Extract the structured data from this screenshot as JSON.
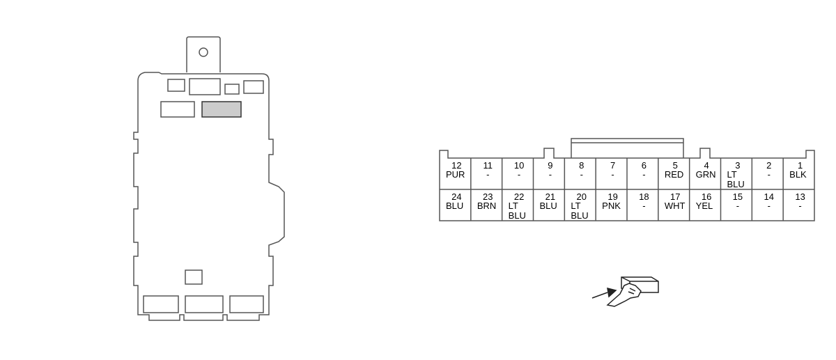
{
  "connector": {
    "top_row": [
      {
        "number": "12",
        "color": [
          "PUR"
        ]
      },
      {
        "number": "11",
        "color": [
          "-"
        ]
      },
      {
        "number": "10",
        "color": [
          "-"
        ]
      },
      {
        "number": "9",
        "color": [
          "-"
        ]
      },
      {
        "number": "8",
        "color": [
          "-"
        ]
      },
      {
        "number": "7",
        "color": [
          "-"
        ]
      },
      {
        "number": "6",
        "color": [
          "-"
        ]
      },
      {
        "number": "5",
        "color": [
          "RED"
        ]
      },
      {
        "number": "4",
        "color": [
          "GRN"
        ]
      },
      {
        "number": "3",
        "color": [
          "LT",
          "BLU"
        ]
      },
      {
        "number": "2",
        "color": [
          "-"
        ]
      },
      {
        "number": "1",
        "color": [
          "BLK"
        ]
      }
    ],
    "bottom_row": [
      {
        "number": "24",
        "color": [
          "BLU"
        ]
      },
      {
        "number": "23",
        "color": [
          "BRN"
        ]
      },
      {
        "number": "22",
        "color": [
          "LT",
          "BLU"
        ]
      },
      {
        "number": "21",
        "color": [
          "BLU"
        ]
      },
      {
        "number": "20",
        "color": [
          "LT",
          "BLU"
        ]
      },
      {
        "number": "19",
        "color": [
          "PNK"
        ]
      },
      {
        "number": "18",
        "color": [
          "-"
        ]
      },
      {
        "number": "17",
        "color": [
          "WHT"
        ]
      },
      {
        "number": "16",
        "color": [
          "YEL"
        ]
      },
      {
        "number": "15",
        "color": [
          "-"
        ]
      },
      {
        "number": "14",
        "color": [
          "-"
        ]
      },
      {
        "number": "13",
        "color": [
          "-"
        ]
      }
    ]
  },
  "colors": {
    "line": "#555555",
    "highlight_fill": "#cccccc",
    "text": "#000000"
  },
  "icons": {
    "view_indicator": "terminal-side-view-icon"
  }
}
